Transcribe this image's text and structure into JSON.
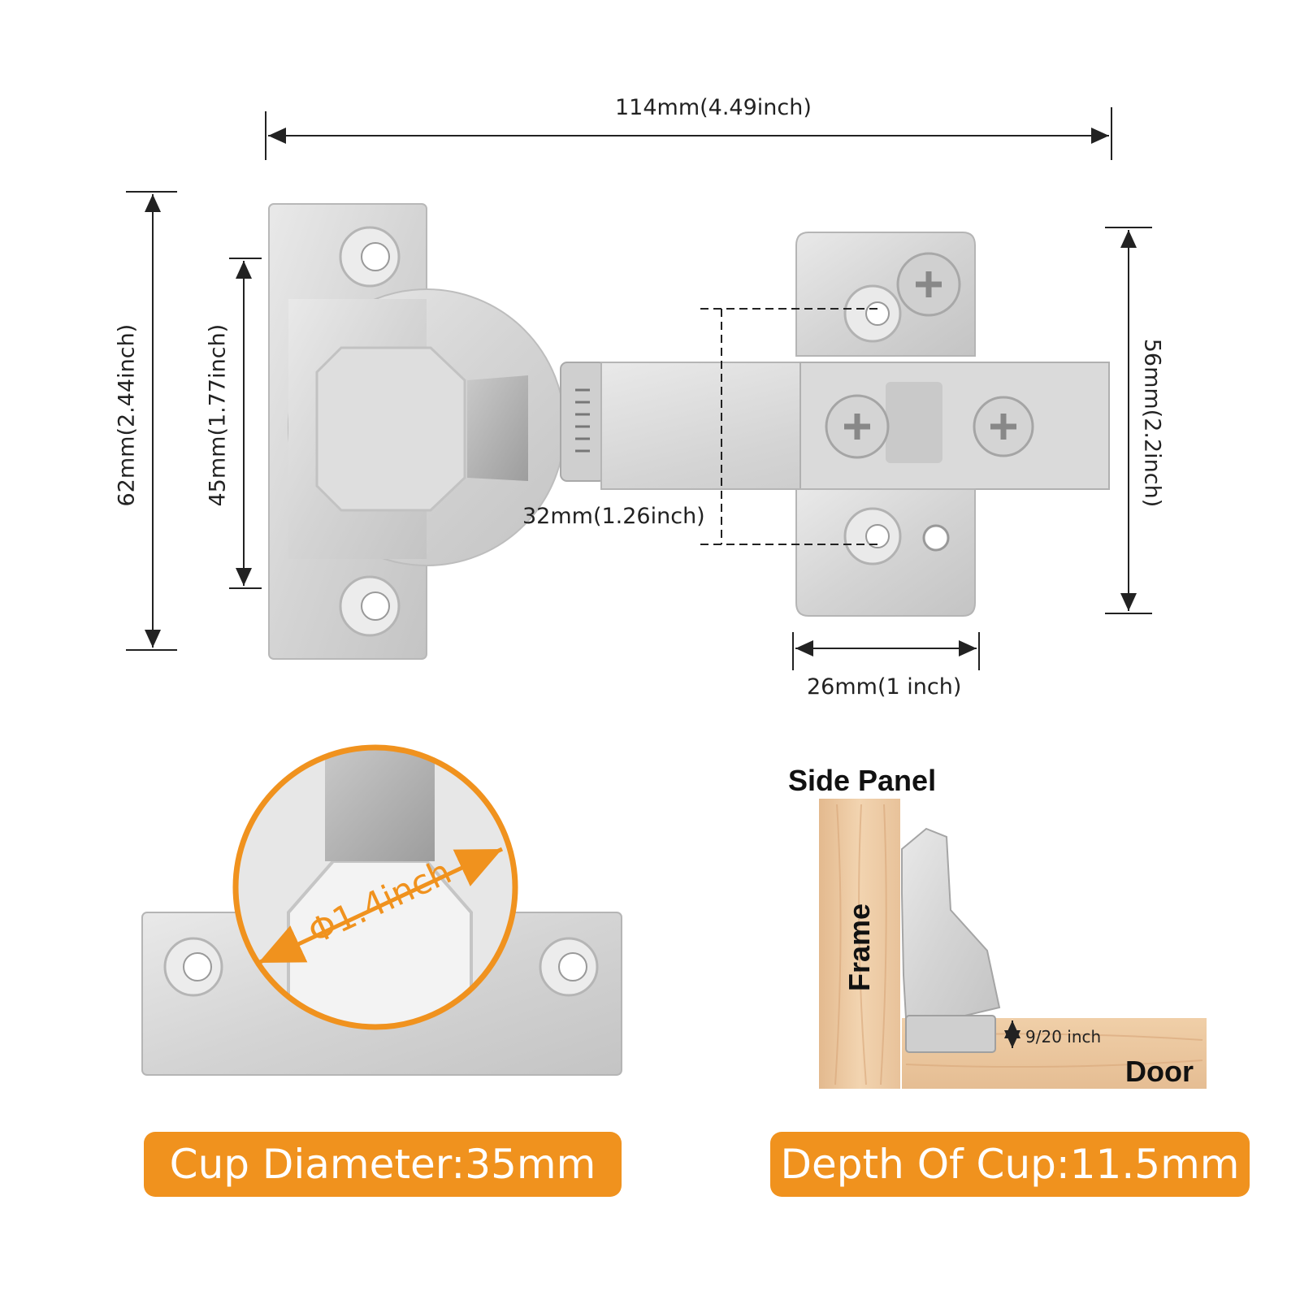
{
  "dimensions": {
    "overall_length": "114mm(4.49inch)",
    "overall_height": "62mm(2.44inch)",
    "screw_spacing": "45mm(1.77inch)",
    "hole_spacing": "32mm(1.26inch)",
    "plate_height": "56mm(2.2inch)",
    "plate_width": "26mm(1 inch)",
    "cup_diameter_inch": "Φ1.4inch"
  },
  "installation": {
    "side_panel": "Side Panel",
    "frame": "Frame",
    "door": "Door",
    "gap": "9/20 inch"
  },
  "badges": {
    "cup_diameter": "Cup Diameter:35mm",
    "cup_depth": "Depth Of Cup:11.5mm"
  },
  "colors": {
    "accent": "#f0921e",
    "metal": "#d9d9d9",
    "wood": "#ecc9a0"
  }
}
